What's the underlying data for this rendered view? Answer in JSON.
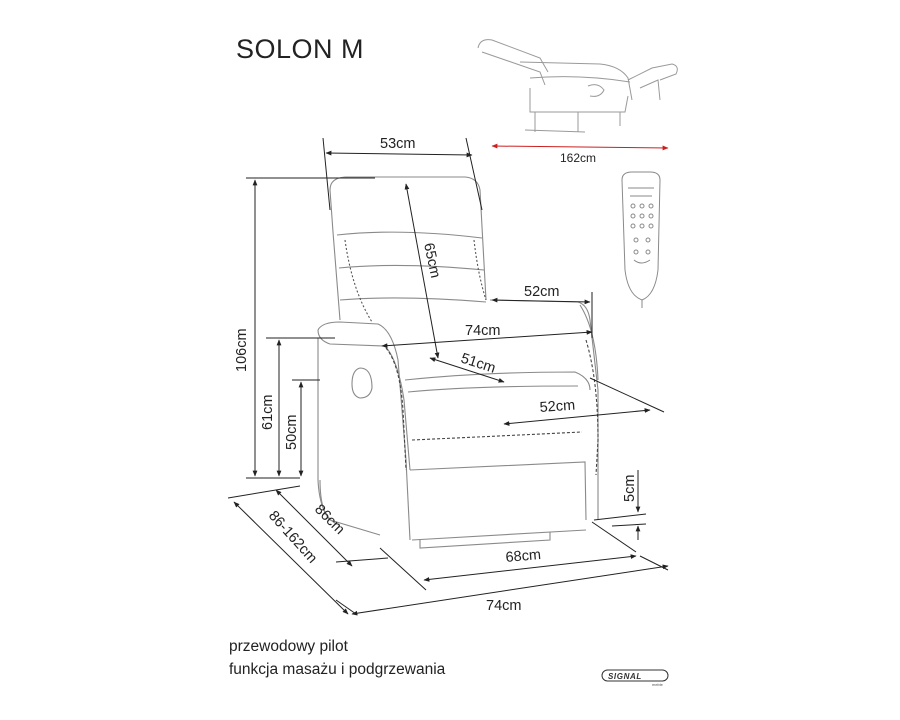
{
  "title": "SOLON M",
  "notes": {
    "line1": "przewodowy pilot",
    "line2": "funkcja masażu i podgrzewania"
  },
  "dimensions": {
    "backrest_width": "53cm",
    "reclined_length": "162cm",
    "backrest_height": "65cm",
    "armrest_depth": "52cm",
    "width_between_arms": "74cm",
    "seat_width": "51cm",
    "seat_depth": "52cm",
    "total_height": "106cm",
    "armrest_height": "61cm",
    "seat_height": "50cm",
    "floor_clearance": "5cm",
    "depth": "86cm",
    "depth_range": "86-162cm",
    "base_width": "68cm",
    "total_width": "74cm"
  },
  "logo": {
    "brand": "SIGNAL",
    "sub": "meble"
  },
  "colors": {
    "line": "#222222",
    "sketch": "#8a8a8a",
    "reclined_arrow": "#cc1f1f",
    "stitch": "#333333"
  },
  "icons": {
    "chair": "recliner-chair-sketch",
    "reclined": "reclined-chair-sketch",
    "remote": "remote-control-sketch"
  }
}
